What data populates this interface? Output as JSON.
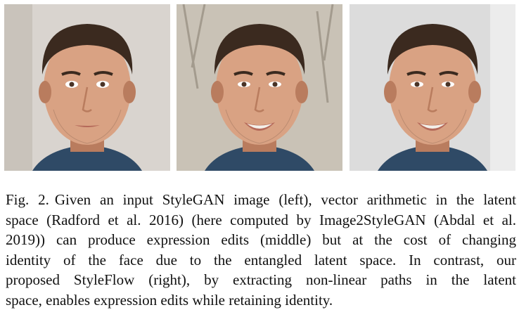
{
  "figure": {
    "panels": [
      {
        "id": "left",
        "background": "#d9d4cf",
        "smile": false
      },
      {
        "id": "middle",
        "background": "#c9c2b6",
        "smile": true
      },
      {
        "id": "right",
        "background": "#dcdcdc",
        "smile": true
      }
    ],
    "colors": {
      "skin": "#d9a283",
      "skin_shadow": "#b97c5e",
      "hair": "#3b2a1f",
      "shirt": "#2f4a66",
      "lips": "#b56a5a",
      "teeth": "#f4f0ea"
    }
  },
  "caption": {
    "label": "Fig. 2.",
    "lines": [
      "Given an input StyleGAN image (left), vector arithmetic in the latent",
      "space (Radford et al. 2016) (here computed by Image2StyleGAN (Abdal et al.",
      "2019)) can produce expression edits (middle) but at the cost of changing",
      "identity of the face due to the entangled latent space.  In contrast, our",
      "proposed StyleFlow (right), by extracting non-linear paths in the latent",
      "space, enables expression edits while retaining identity."
    ]
  }
}
